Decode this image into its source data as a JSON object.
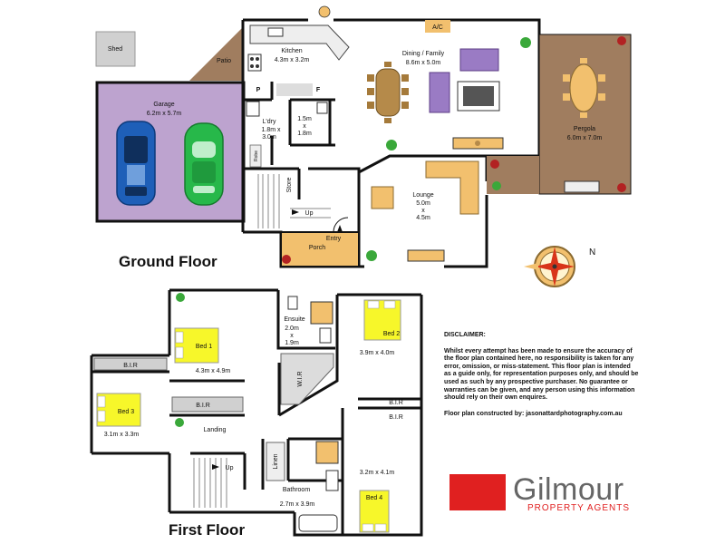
{
  "ground": {
    "title": "Ground Floor",
    "shed": "Shed",
    "patio": "Patio",
    "garage": "Garage",
    "garage_dim": "6.2m x 5.7m",
    "kitchen": "Kitchen",
    "kitchen_dim": "4.3m x 3.2m",
    "dining": "Dining / Family",
    "dining_dim": "8.6m x 5.0m",
    "pergola": "Pergola",
    "pergola_dim": "6.0m x 7.0m",
    "ac": "A/C",
    "pantry": "P",
    "fridge": "F",
    "laundry": "L'dry",
    "laundry_dim1": "1.8m x",
    "laundry_dim2": "3.0m",
    "wc_dim1": "1.5m",
    "wc_dim2": "x",
    "wc_dim3": "1.8m",
    "store": "Store",
    "up": "Up",
    "entry": "Entry",
    "porch": "Porch",
    "lounge": "Lounge",
    "lounge_dim1": "5.0m",
    "lounge_dim2": "x",
    "lounge_dim3": "4.5m",
    "robe": "Robe"
  },
  "first": {
    "title": "First Floor",
    "bed1": "Bed 1",
    "bed1_dim": "4.3m x 4.9m",
    "bed2": "Bed 2",
    "bed2_dim": "3.9m x 4.0m",
    "bed3": "Bed 3",
    "bed3_dim": "3.1m x 3.3m",
    "bed4": "Bed 4",
    "bed4_dim": "3.2m x 4.1m",
    "bir": "B.I.R",
    "ensuite": "Ensuite",
    "ensuite_dim1": "2.0m",
    "ensuite_dim2": "x",
    "ensuite_dim3": "1.9m",
    "wir": "W.I.R",
    "landing": "Landing",
    "linen": "Linen",
    "bathroom": "Bathroom",
    "bathroom_dim": "2.7m x 3.9m",
    "up": "Up"
  },
  "compass_letter": "N",
  "disclaimer": {
    "title": "DISCLAIMER:",
    "body": "Whilst every attempt has been made to ensure the accuracy of the floor plan contained here, no responsibility is taken for any error, omission, or miss-statement. This floor plan is intended as a guide only, for representation purposes only, and should be used as such by any prospective purchaser. No guarantee or warranties can be given, and any person using this information should rely on their own enquires.",
    "credit": "Floor plan constructed by:  jasonattardphotography.com.au"
  },
  "logo": {
    "name": "Gilmour",
    "sub": "PROPERTY AGENTS"
  },
  "colors": {
    "garage_fill": "#bda3cf",
    "pergola_fill": "#a07d5f",
    "porch_fill": "#f2c06e",
    "bed_fill": "#f7f72a",
    "logo_red": "#e02020",
    "wall": "#111111"
  }
}
